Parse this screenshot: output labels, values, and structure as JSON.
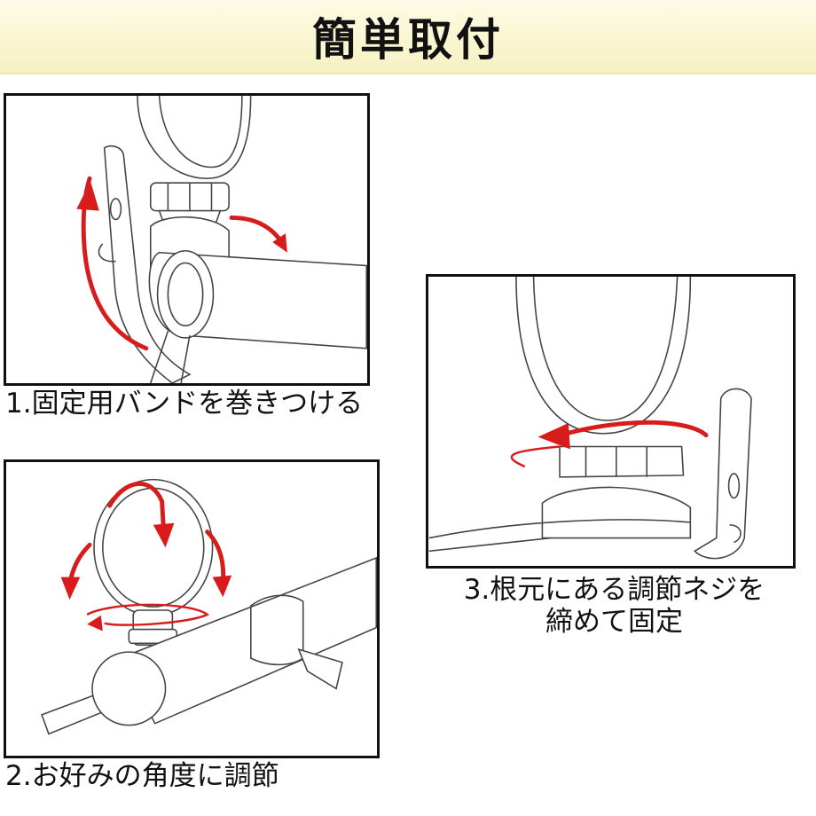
{
  "header": {
    "title": "簡単取付"
  },
  "steps": [
    {
      "caption": "1.固定用バンドを巻きつける"
    },
    {
      "caption": "2.お好みの角度に調節"
    },
    {
      "caption_line1": "3.根元にある調節ネジを",
      "caption_line2": "締めて固定"
    }
  ],
  "colors": {
    "header_bg": "#f6f1c2",
    "arrow": "#d81c1c",
    "outline": "#444444"
  }
}
